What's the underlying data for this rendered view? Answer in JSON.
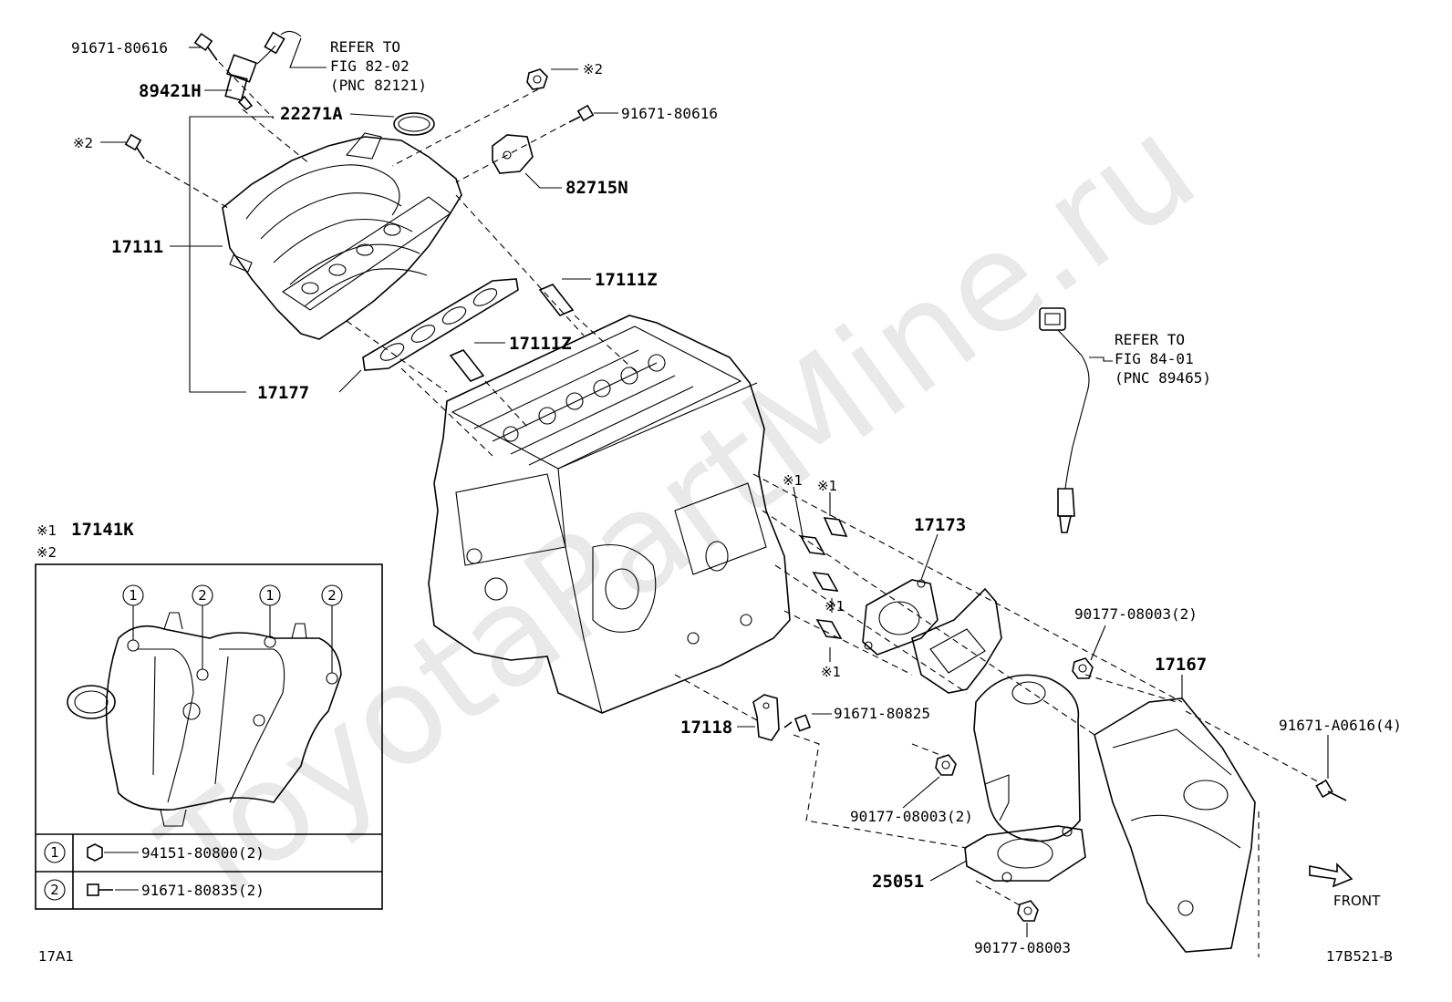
{
  "watermark": "ToyotaPartMine.ru",
  "labels": {
    "p91671_80616_top": "91671-80616",
    "refer_82_l1": "REFER TO",
    "refer_82_l2": "FIG 82-02",
    "refer_82_l3": "(PNC 82121)",
    "p89421H": "89421H",
    "mark2_top": "※2",
    "p22271A": "22271A",
    "p91671_80616_right": "91671-80616",
    "mark2_left": "※2",
    "p82715N": "82715N",
    "p17111": "17111",
    "p17111Z_a": "17111Z",
    "p17111Z_b": "17111Z",
    "p17177": "17177",
    "refer_84_l1": "REFER TO",
    "refer_84_l2": "FIG 84-01",
    "refer_84_l3": "(PNC 89465)",
    "mark1_a": "※1",
    "mark1_b": "※1",
    "mark1_c": "※1",
    "mark1_d": "※1",
    "p17173": "17173",
    "p90177_08003_2_upper": "90177-08003(2)",
    "p17167": "17167",
    "p91671_80825": "91671-80825",
    "p17118": "17118",
    "p91671_A0616_4": "91671-A0616(4)",
    "p90177_08003_2_lower": "90177-08003(2)",
    "p25051": "25051",
    "p90177_08003": "90177-08003",
    "front": "FRONT",
    "fig_left": "17A1",
    "fig_right": "17B521-B"
  },
  "inset": {
    "title_mark": "※1",
    "title_part": "17141K",
    "sub_mark": "※2",
    "callouts": [
      "1",
      "2",
      "1",
      "2"
    ],
    "legend": [
      {
        "num": "1",
        "part": "94151-80800(2)"
      },
      {
        "num": "2",
        "part": "91671-80835(2)"
      }
    ]
  }
}
